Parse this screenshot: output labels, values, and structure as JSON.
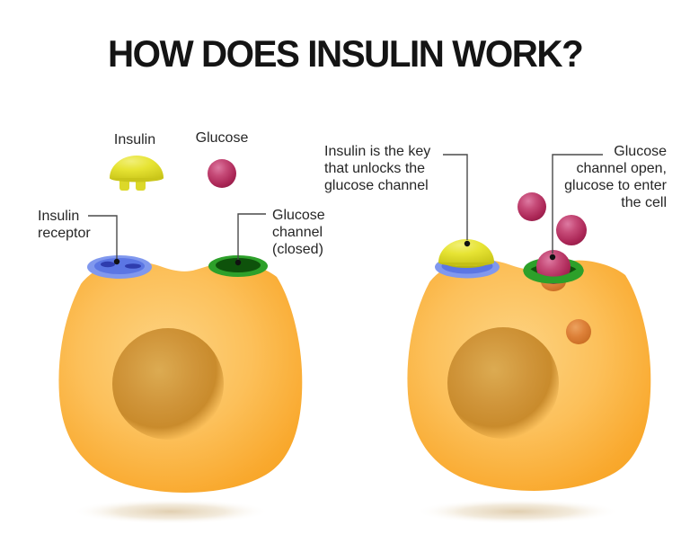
{
  "title": "HOW DOES INSULIN WORK?",
  "legend": {
    "insulin_label": "Insulin",
    "glucose_label": "Glucose"
  },
  "left_cell": {
    "receptor_label": "Insulin\nreceptor",
    "channel_label": "Glucose\nchannel\n(closed)"
  },
  "right_cell": {
    "insulin_label": "Insulin is the key\nthat unlocks the\nglucose channel",
    "channel_label": "Glucose\nchannel open,\nglucose to enter\nthe cell"
  },
  "colors": {
    "background": "#ffffff",
    "title_text": "#141414",
    "label_text": "#262626",
    "cell_body": "#f9a928",
    "cell_highlight": "#fdd685",
    "nucleus": "#cf9232",
    "insulin_yellow": "#e6e332",
    "glucose_crimson": "#b52e5c",
    "receptor_blue": "#5b76e4",
    "receptor_rim": "#8098ee",
    "receptor_slot": "#2e3cae",
    "channel_green": "#2da02a",
    "channel_dark": "#0e520b",
    "glucose_inside_orange": "#d97c35",
    "leader_line": "#4a4a4a"
  }
}
